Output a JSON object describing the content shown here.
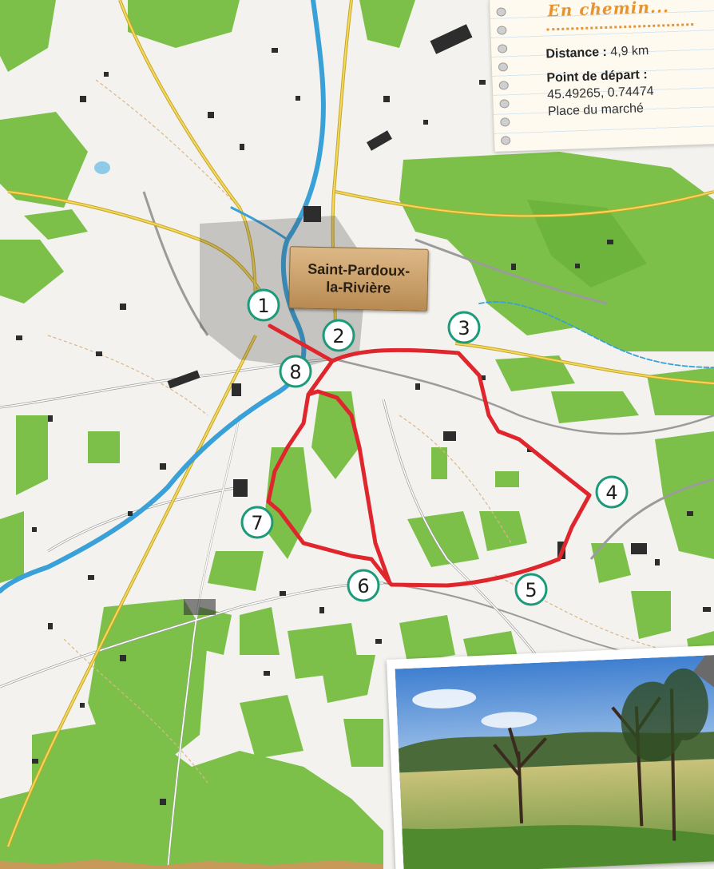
{
  "town_label": "Saint-Pardoux-\nla-Rivière",
  "info_card": {
    "title": "En chemin...",
    "distance_label": "Distance :",
    "distance_value": "4,9 km",
    "start_label": "Point de départ :",
    "start_coords": "45.49265, 0.74474",
    "start_place": "Place du marché"
  },
  "waypoints": [
    {
      "label": "1"
    },
    {
      "label": "2"
    },
    {
      "label": "3"
    },
    {
      "label": "4"
    },
    {
      "label": "5"
    },
    {
      "label": "6"
    },
    {
      "label": "7"
    },
    {
      "label": "8"
    }
  ],
  "colors": {
    "route": "#e0262d",
    "marker_ring": "#1d9a7a",
    "forest": "#7cc04a",
    "water": "#3aa0d8",
    "road": "#e8c948",
    "background": "#f3f2ee"
  },
  "photo": {
    "icon": "landscape-photo-icon"
  }
}
